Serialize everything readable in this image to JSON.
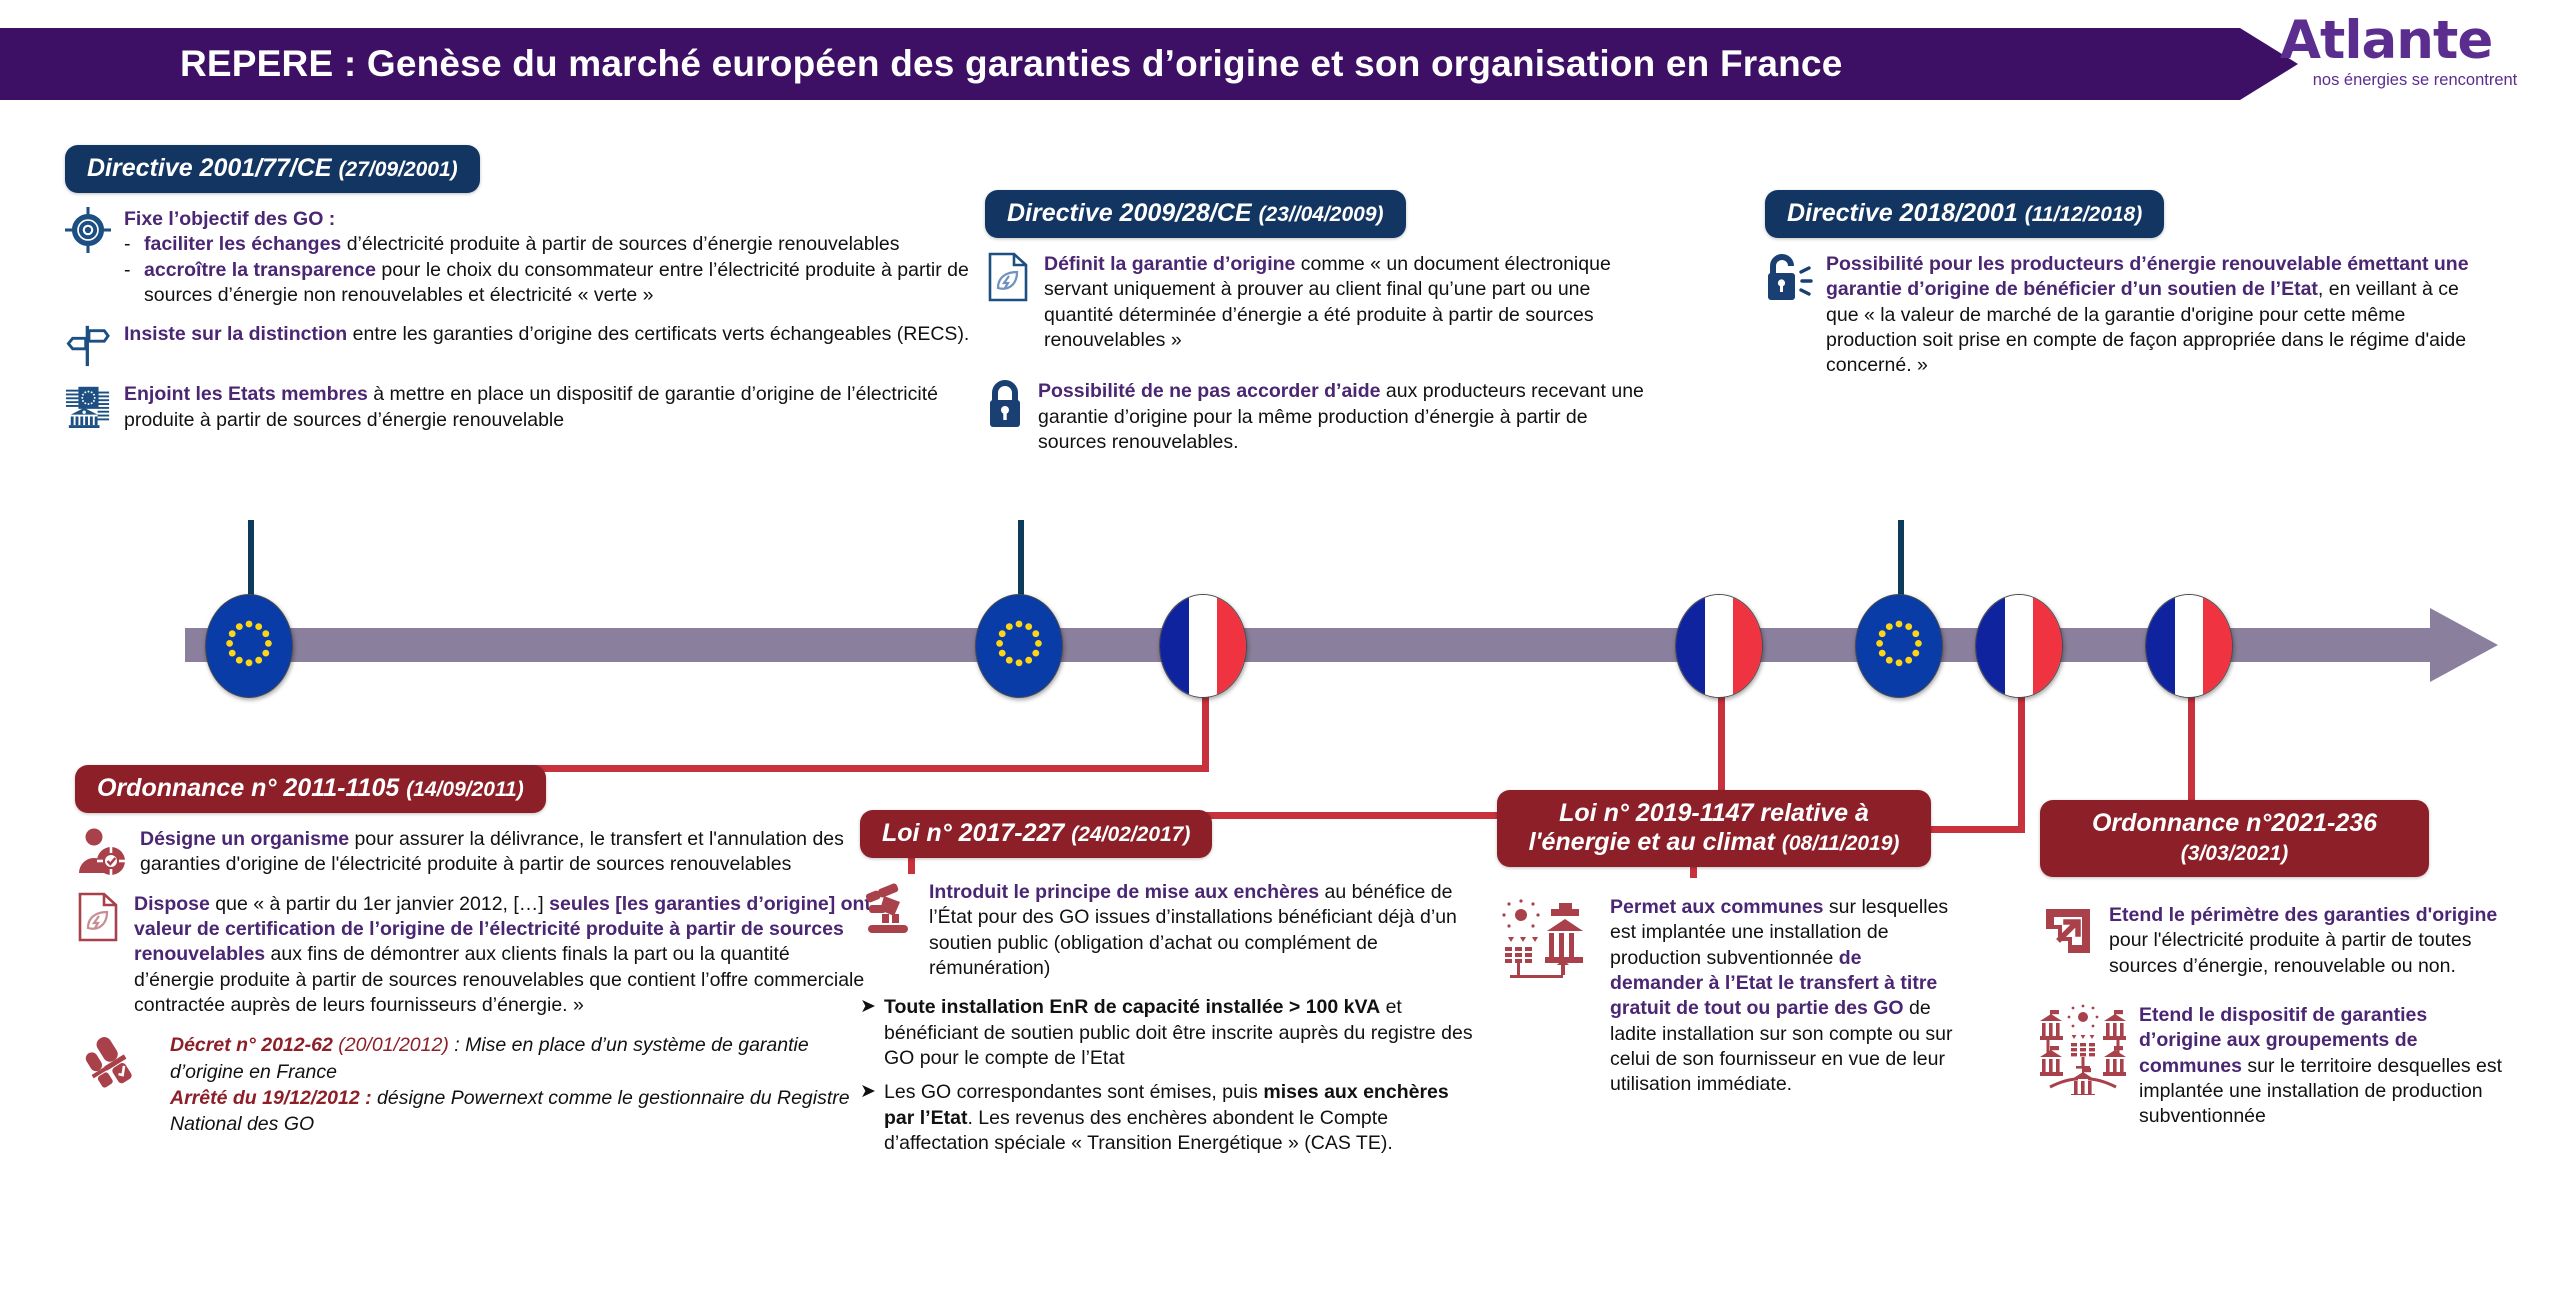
{
  "header": {
    "title": "REPERE : Genèse du marché européen des garanties d’origine et son organisation en France",
    "bar_color": "#3d1066",
    "logo": {
      "word": "Atlante",
      "tagline": "nos énergies se rencontrent",
      "color": "#5b2d8e"
    }
  },
  "timeline": {
    "bar_color": "#8a7f9c",
    "nodes": [
      {
        "type": "eu",
        "label": "eu-flag-2001"
      },
      {
        "type": "eu",
        "label": "eu-flag-2009"
      },
      {
        "type": "fr",
        "label": "fr-flag-2011"
      },
      {
        "type": "fr",
        "label": "fr-flag-2017"
      },
      {
        "type": "eu",
        "label": "eu-flag-2018"
      },
      {
        "type": "fr",
        "label": "fr-flag-2019"
      },
      {
        "type": "fr",
        "label": "fr-flag-2021"
      }
    ]
  },
  "eu_directives": [
    {
      "id": "directive-2001-77-ce",
      "title": "Directive 2001/77/CE",
      "date": "(27/09/2001)",
      "items": [
        {
          "icon": "target-icon",
          "lead": "Fixe l’objectif des GO :",
          "dashes": [
            {
              "bold": "faciliter les échanges",
              "rest": " d’électricité produite à partir de sources d’énergie renouvelables"
            },
            {
              "bold": "accroître la transparence",
              "rest": " pour le choix du consommateur entre l’électricité produite à partir de sources d’énergie non renouvelables et électricité « verte »"
            }
          ]
        },
        {
          "icon": "signpost-icon",
          "bold": "Insiste sur la distinction",
          "rest": " entre les garanties d’origine des certificats verts échangeables (RECS)."
        },
        {
          "icon": "eu-institution-icon",
          "bold": "Enjoint les Etats membres",
          "rest": " à mettre en place un dispositif de garantie d’origine de l’électricité produite à partir de sources d’énergie renouvelable"
        }
      ]
    },
    {
      "id": "directive-2009-28-ce",
      "title": "Directive 2009/28/CE",
      "date": "(23//04/2009)",
      "items": [
        {
          "icon": "leaf-document-icon",
          "bold": "Définit la garantie d’origine",
          "rest": " comme « un document électronique servant uniquement à prouver au client final qu’une part ou une quantité déterminée  d’énergie  a été produite à partir de sources renouvelables »"
        },
        {
          "icon": "padlock-closed-icon",
          "bold": "Possibilité de ne pas accorder d’aide",
          "rest": " aux producteurs recevant  une  garantie  d’origine pour la même production d’énergie à partir de sources renouvelables."
        }
      ]
    },
    {
      "id": "directive-2018-2001",
      "title": "Directive 2018/2001",
      "date": "(11/12/2018)",
      "items": [
        {
          "icon": "padlock-open-icon",
          "bold": "Possibilité pour les producteurs d’énergie renouvelable émettant une garantie d’origine de bénéficier d’un soutien de l’Etat",
          "rest": ", en veillant à ce que « la valeur de marché  de  la  garantie d'origine pour cette même production soit  prise  en  compte  de  façon appropriée dans le  régime d'aide concerné. »"
        }
      ]
    }
  ],
  "french_texts": [
    {
      "id": "ordonnance-2011-1105",
      "title": "Ordonnance n° 2011-1105",
      "date": "(14/09/2011)",
      "items": [
        {
          "icon": "person-certify-icon",
          "bold": "Désigne un organisme",
          "rest": " pour assurer la délivrance, le transfert et l'annulation des garanties d'origine de l'électricité produite à partir de sources renouvelables"
        },
        {
          "icon": "leaf-document-red-icon",
          "bold_a": "Dispose",
          "mid": " que « à partir du 1er janvier 2012, […] ",
          "bold_b": "seules [les garanties d’origine] ont valeur de certification de l’origine de l’électricité produite à partir de sources renouvelables",
          "rest": " aux fins de démontrer aux clients finals la part ou la quantité d’énergie produite à partir de sources renouvelables que contient l’offre commerciale contractée auprès de leurs fournisseurs d’énergie. »"
        }
      ],
      "sub": {
        "icon": "stamp-icon",
        "lines": [
          {
            "bold": "Décret n° 2012-62",
            "date": "(20/01/2012)",
            "rest": " : Mise en place d’un système de garantie d’origine en France"
          },
          {
            "bold": "Arrêté du 19/12/2012 :",
            "date": "",
            "rest": " désigne Powernext comme le gestionnaire du Registre National des GO"
          }
        ]
      }
    },
    {
      "id": "loi-2017-227",
      "title": "Loi n° 2017-227",
      "date": "(24/02/2017)",
      "items": [
        {
          "icon": "auction-gavel-icon",
          "bold": "Introduit le principe de mise aux enchères",
          "rest": " au bénéfice de l’État pour des GO issues d’installations bénéficiant déjà d’un soutien public (obligation d’achat ou complément de rémunération)"
        }
      ],
      "bullets": [
        {
          "bold": "Toute installation EnR de capacité installée > 100 kVA",
          "rest": " et bénéficiant de soutien public doit être inscrite auprès du registre des GO pour le compte de l’Etat"
        },
        {
          "pre": "Les GO correspondantes sont émises, puis ",
          "bold": "mises aux enchères par l’Etat",
          "rest": ". Les revenus des enchères abondent le Compte d’affectation spéciale « Transition Energétique » (CAS TE)."
        }
      ]
    },
    {
      "id": "loi-2019-1147",
      "title": "Loi n° 2019-1147 relative à l'énergie et au climat",
      "date": "(08/11/2019)",
      "items": [
        {
          "icon": "solar-townhall-icon",
          "bold_a": "Permet aux communes",
          "mid": " sur lesquelles est implantée une installation de production subventionnée ",
          "bold_b": "de demander à l’Etat le transfert à titre gratuit de tout ou partie des GO",
          "rest": " de ladite installation sur son compte ou sur celui de son fournisseur en vue de leur utilisation immédiate."
        }
      ]
    },
    {
      "id": "ordonnance-2021-236",
      "title": "Ordonnance n°2021-236",
      "date": "(3/03/2021)",
      "items": [
        {
          "icon": "expand-arrow-icon",
          "bold": "Etend le périmètre des garanties d'origine",
          "rest": " pour l'électricité produite à partir de toutes sources d’énergie, renouvelable ou non."
        },
        {
          "icon": "communes-network-icon",
          "bold": "Etend le dispositif de garanties d’origine aux groupements de communes",
          "rest": " sur le territoire desquelles est implantée une installation de production subventionnée"
        }
      ]
    }
  ],
  "colors": {
    "purple_header": "#3d1066",
    "blue_pill": "#123562",
    "red_pill": "#8c1f28",
    "accent_red": "#c9313c",
    "bold_purple": "#4a2673",
    "timeline_gray": "#8a7f9c"
  }
}
